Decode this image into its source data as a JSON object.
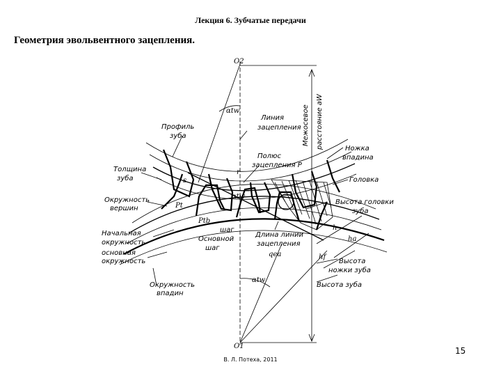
{
  "header": "Лекция 6. Зубчатые передачи",
  "title": "Геометрия эвольвентного зацепления.",
  "page_number": "15",
  "footer": "В. Л. Потеха, 2011",
  "labels": {
    "o2": "O2",
    "o1": "O1",
    "center_distance_1": "Межосевое",
    "center_distance_2": "расстояние aW",
    "alpha_tw_top": "αtw",
    "alpha_tw_mid": "αtw",
    "alpha_tw_bottom": "αtw",
    "line_of_action_1": "Линия",
    "line_of_action_2": "зацепления",
    "tooth_profile_1": "Профиль",
    "tooth_profile_2": "зуба",
    "pitch_point_1": "Полюс",
    "pitch_point_2": "зацепления P",
    "r": "r",
    "dedendum_part_1": "Ножка",
    "dedendum_part_2": "впадина",
    "tooth_thickness_1": "Толщина",
    "tooth_thickness_2": "зуба",
    "s": "s",
    "addendum_part": "Головка",
    "tip_circle_1": "Окружность",
    "tip_circle_2": "вершин",
    "pt": "Pt",
    "ptb": "Ptb",
    "pitch_label": "шаг",
    "addendum_height_1": "Высота головки",
    "addendum_height_2": "зуба",
    "pitch_circle_1": "Начальная",
    "pitch_circle_2": "окружность",
    "base_circle_1": "основная",
    "base_circle_2": "окружность",
    "base_pitch_1": "Основной",
    "base_pitch_2": "шаг",
    "length_of_action_1": "Длина линии",
    "length_of_action_2": "зацепления",
    "q_ea": "qea",
    "h": "h",
    "ha": "ha",
    "hf": "hf",
    "dedendum_height_1": "Высота",
    "dedendum_height_2": "ножки зуба",
    "root_circle_1": "Окружность",
    "root_circle_2": "впадин",
    "tooth_height": "Высота зуба"
  }
}
